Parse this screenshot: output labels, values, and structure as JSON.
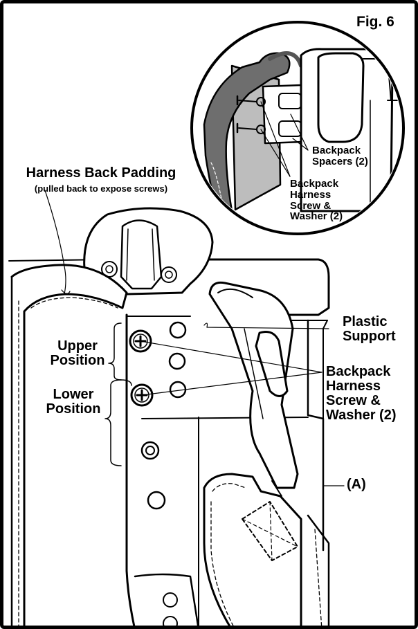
{
  "figure_label": "Fig. 6",
  "labels": {
    "harness_back_padding": "Harness Back Padding",
    "harness_back_padding_note": "(pulled back to expose screws)",
    "upper_position": "Upper Position",
    "lower_position": "Lower Position",
    "plastic_support": "Plastic Support",
    "backpack_harness_screw_washer": "Backpack Harness Screw & Washer (2)",
    "callout_a": "(A)",
    "inset_backpack_spacers": "Backpack Spacers (2)",
    "inset_backpack_harness_screw_washer": "Backpack Harness Screw & Washer (2)"
  }
}
